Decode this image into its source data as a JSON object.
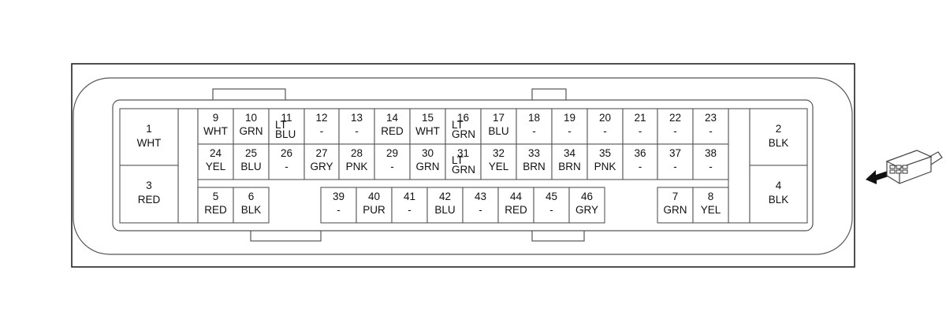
{
  "connector": {
    "pins": [
      {
        "num": "1",
        "color": [
          "WHT"
        ]
      },
      {
        "num": "2",
        "color": [
          "BLK"
        ]
      },
      {
        "num": "3",
        "color": [
          "RED"
        ]
      },
      {
        "num": "4",
        "color": [
          "BLK"
        ]
      },
      {
        "num": "5",
        "color": [
          "RED"
        ]
      },
      {
        "num": "6",
        "color": [
          "BLK"
        ]
      },
      {
        "num": "7",
        "color": [
          "GRN"
        ]
      },
      {
        "num": "8",
        "color": [
          "YEL"
        ]
      },
      {
        "num": "9",
        "color": [
          "WHT"
        ]
      },
      {
        "num": "10",
        "color": [
          "GRN"
        ]
      },
      {
        "num": "11",
        "color": [
          "LT",
          "BLU"
        ]
      },
      {
        "num": "12",
        "color": [
          "-"
        ]
      },
      {
        "num": "13",
        "color": [
          "-"
        ]
      },
      {
        "num": "14",
        "color": [
          "RED"
        ]
      },
      {
        "num": "15",
        "color": [
          "WHT"
        ]
      },
      {
        "num": "16",
        "color": [
          "LT",
          "GRN"
        ]
      },
      {
        "num": "17",
        "color": [
          "BLU"
        ]
      },
      {
        "num": "18",
        "color": [
          "-"
        ]
      },
      {
        "num": "19",
        "color": [
          "-"
        ]
      },
      {
        "num": "20",
        "color": [
          "-"
        ]
      },
      {
        "num": "21",
        "color": [
          "-"
        ]
      },
      {
        "num": "22",
        "color": [
          "-"
        ]
      },
      {
        "num": "23",
        "color": [
          "-"
        ]
      },
      {
        "num": "24",
        "color": [
          "YEL"
        ]
      },
      {
        "num": "25",
        "color": [
          "BLU"
        ]
      },
      {
        "num": "26",
        "color": [
          "-"
        ]
      },
      {
        "num": "27",
        "color": [
          "GRY"
        ]
      },
      {
        "num": "28",
        "color": [
          "PNK"
        ]
      },
      {
        "num": "29",
        "color": [
          "-"
        ]
      },
      {
        "num": "30",
        "color": [
          "GRN"
        ]
      },
      {
        "num": "31",
        "color": [
          "LT",
          "GRN"
        ]
      },
      {
        "num": "32",
        "color": [
          "YEL"
        ]
      },
      {
        "num": "33",
        "color": [
          "BRN"
        ]
      },
      {
        "num": "34",
        "color": [
          "BRN"
        ]
      },
      {
        "num": "35",
        "color": [
          "PNK"
        ]
      },
      {
        "num": "36",
        "color": [
          "-"
        ]
      },
      {
        "num": "37",
        "color": [
          "-"
        ]
      },
      {
        "num": "38",
        "color": [
          "-"
        ]
      },
      {
        "num": "39",
        "color": [
          "-"
        ]
      },
      {
        "num": "40",
        "color": [
          "PUR"
        ]
      },
      {
        "num": "41",
        "color": [
          "-"
        ]
      },
      {
        "num": "42",
        "color": [
          "BLU"
        ]
      },
      {
        "num": "43",
        "color": [
          "-"
        ]
      },
      {
        "num": "44",
        "color": [
          "RED"
        ]
      },
      {
        "num": "45",
        "color": [
          "-"
        ]
      },
      {
        "num": "46",
        "color": [
          "GRY"
        ]
      }
    ]
  }
}
